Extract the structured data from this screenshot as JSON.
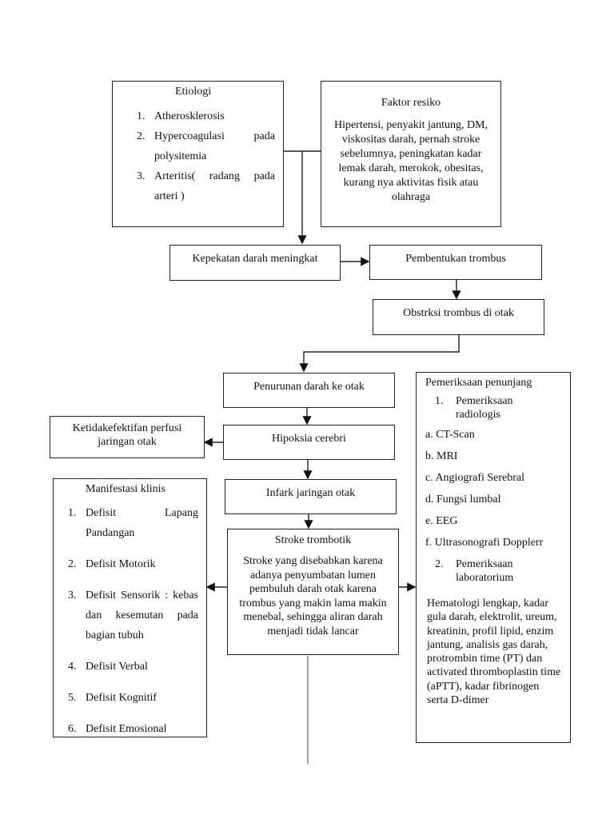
{
  "etiologi": {
    "title": "Etiologi",
    "items": [
      {
        "num": "1.",
        "lines": [
          "Atherosklerosis"
        ]
      },
      {
        "num": "2.",
        "lines": [
          "Hypercoagulasi pada",
          "polysitemia"
        ]
      },
      {
        "num": "3.",
        "lines": [
          "Arteritis( radang pada",
          "arteri )"
        ]
      }
    ]
  },
  "faktor_resiko": {
    "title": "Faktor resiko",
    "text": "Hipertensi, penyakit jantung, DM, viskositas darah, pernah stroke sebelumnya, peningkatan kadar lemak darah, merokok, obesitas, kurang nya aktivitas fisik atau olahraga"
  },
  "kepekatan": "Kepekatan darah meningkat",
  "pembentukan": "Pembentukan trombus",
  "obstruksi": "Obstrksi trombus di otak",
  "penurunan": "Penurunan darah ke otak",
  "hipoksia": "Hipoksia cerebri",
  "ketidakefektifan": "Ketidakefektifan perfusi jaringan otak",
  "infark": "Infark jaringan otak",
  "stroke": {
    "title": "Stroke trombotik",
    "text": "Stroke yang disebabkan karena adanya penyumbatan lumen pembuluh darah otak karena trombus yang makin lama makin menebal, sehingga aliran darah menjadi tidak lancar"
  },
  "manifestasi": {
    "title": "Manifestasi klinis",
    "items": [
      {
        "num": "1.",
        "lines": [
          "Defisit Lapang",
          "Pandangan"
        ]
      },
      {
        "num": "2.",
        "lines": [
          "Defisit Motorik"
        ]
      },
      {
        "num": "3.",
        "lines": [
          "Defisit Sensorik : kebas",
          "dan kesemutan pada",
          "bagian tubuh"
        ]
      },
      {
        "num": "4.",
        "lines": [
          "Defisit Verbal"
        ]
      },
      {
        "num": "5.",
        "lines": [
          "Defisit Kognitif"
        ]
      },
      {
        "num": "6.",
        "lines": [
          "Defisit Emosional"
        ]
      }
    ]
  },
  "penunjang": {
    "title": "Pemeriksaan penunjang",
    "sub1_num": "1.",
    "sub1": "Pemeriksaan radiologis",
    "radiologi": [
      "a. CT-Scan",
      "b. MRI",
      "c. Angiografi Serebral",
      "d. Fungsi lumbal",
      "e. EEG",
      "f. Ultrasonografi Dopplerr"
    ],
    "sub2_num": "2.",
    "sub2": "Pemeriksaan laboratorium",
    "lab": "Hematologi lengkap, kadar gula darah, elektrolit, ureum, kreatinin, profil lipid, enzim jantung, analisis gas darah, protrombin time (PT) dan activated thromboplastin time (aPTT), kadar fibrinogen serta D-dimer"
  }
}
